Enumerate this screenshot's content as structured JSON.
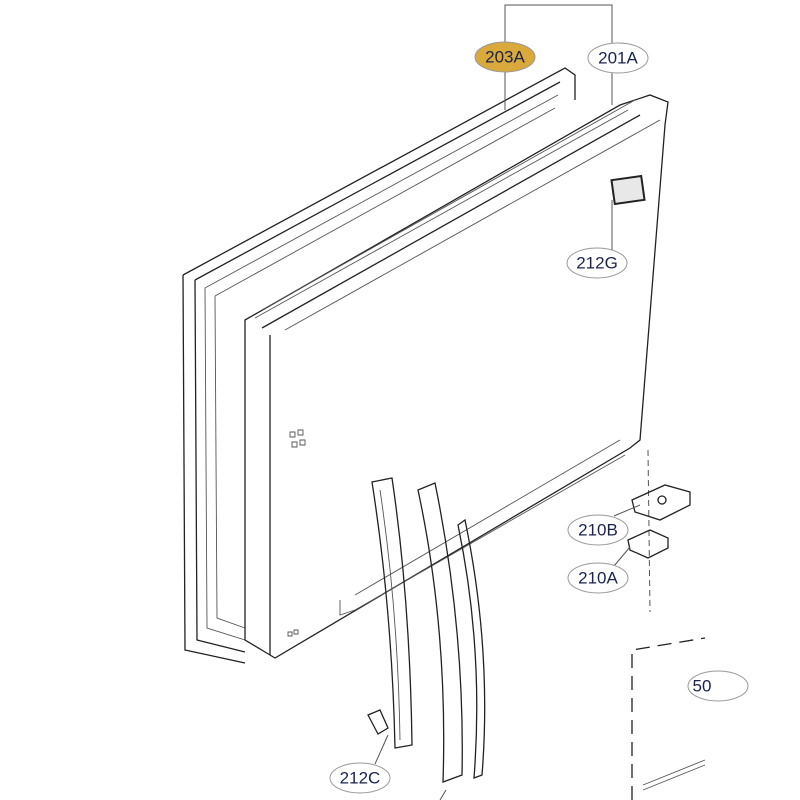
{
  "diagram": {
    "type": "exploded-parts-diagram",
    "highlight_color": "#d9a93c",
    "callouts": [
      {
        "id": "gasket",
        "label": "203A",
        "highlighted": true
      },
      {
        "id": "door-assembly",
        "label": "201A",
        "highlighted": false
      },
      {
        "id": "door-badge",
        "label": "212G",
        "highlighted": false
      },
      {
        "id": "hinge-upper",
        "label": "210B",
        "highlighted": false
      },
      {
        "id": "hinge-lower",
        "label": "210A",
        "highlighted": false
      },
      {
        "id": "handle",
        "label": "212C",
        "highlighted": false
      },
      {
        "id": "drawer-partial",
        "label": "50",
        "highlighted": false
      }
    ]
  }
}
